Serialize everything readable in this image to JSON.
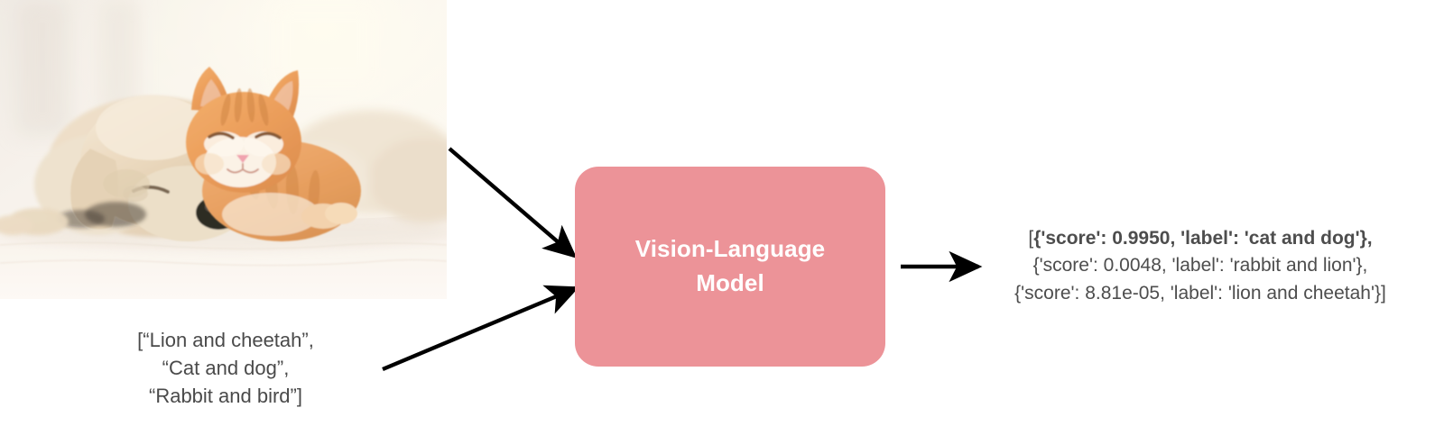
{
  "diagram": {
    "title": "Vision-Language Model zero-shot classification pipeline",
    "background_color": "#ffffff",
    "accent_color": "#ec9398",
    "text_color": "#4a4a4a",
    "arrow_color": "#000000"
  },
  "input_image": {
    "alt": "Photo of a sleeping golden puppy and an orange tabby kitten cuddled together on a white blanket",
    "icon": "photo-puppy-and-kitten"
  },
  "prompt": {
    "lines": [
      "[“Lion and cheetah”,",
      "“Cat and dog”,",
      "“Rabbit and bird”]"
    ],
    "candidate_labels": [
      "Lion and cheetah",
      "Cat and dog",
      "Rabbit and bird"
    ]
  },
  "model": {
    "name_line_1": "Vision-Language",
    "name_line_2": "Model",
    "full_name": "Vision-Language Model",
    "fill_color": "#ec9398",
    "label_color": "#ffffff"
  },
  "arrows": {
    "image_to_model": "arrow-image-to-model",
    "prompt_to_model": "arrow-prompt-to-model",
    "model_to_output": "arrow-model-to-output"
  },
  "output": {
    "lines": [
      "[{'score': 0.9950, 'label': 'cat and dog'},",
      "{'score': 0.0048, 'label': 'rabbit and lion'},",
      "{'score': 8.81e-05, 'label': 'lion and cheetah'}]"
    ],
    "bracket_open": "[",
    "line_1_bold": "{'score': 0.9950, 'label': 'cat and dog'},",
    "line_2": "{'score': 0.0048, 'label': 'rabbit and lion'},",
    "line_3": "{'score': 8.81e-05, 'label': 'lion and cheetah'}]",
    "predictions": [
      {
        "score": "0.9950",
        "label": "cat and dog"
      },
      {
        "score": "0.0048",
        "label": "rabbit and lion"
      },
      {
        "score": "8.81e-05",
        "label": "lion and cheetah"
      }
    ]
  }
}
